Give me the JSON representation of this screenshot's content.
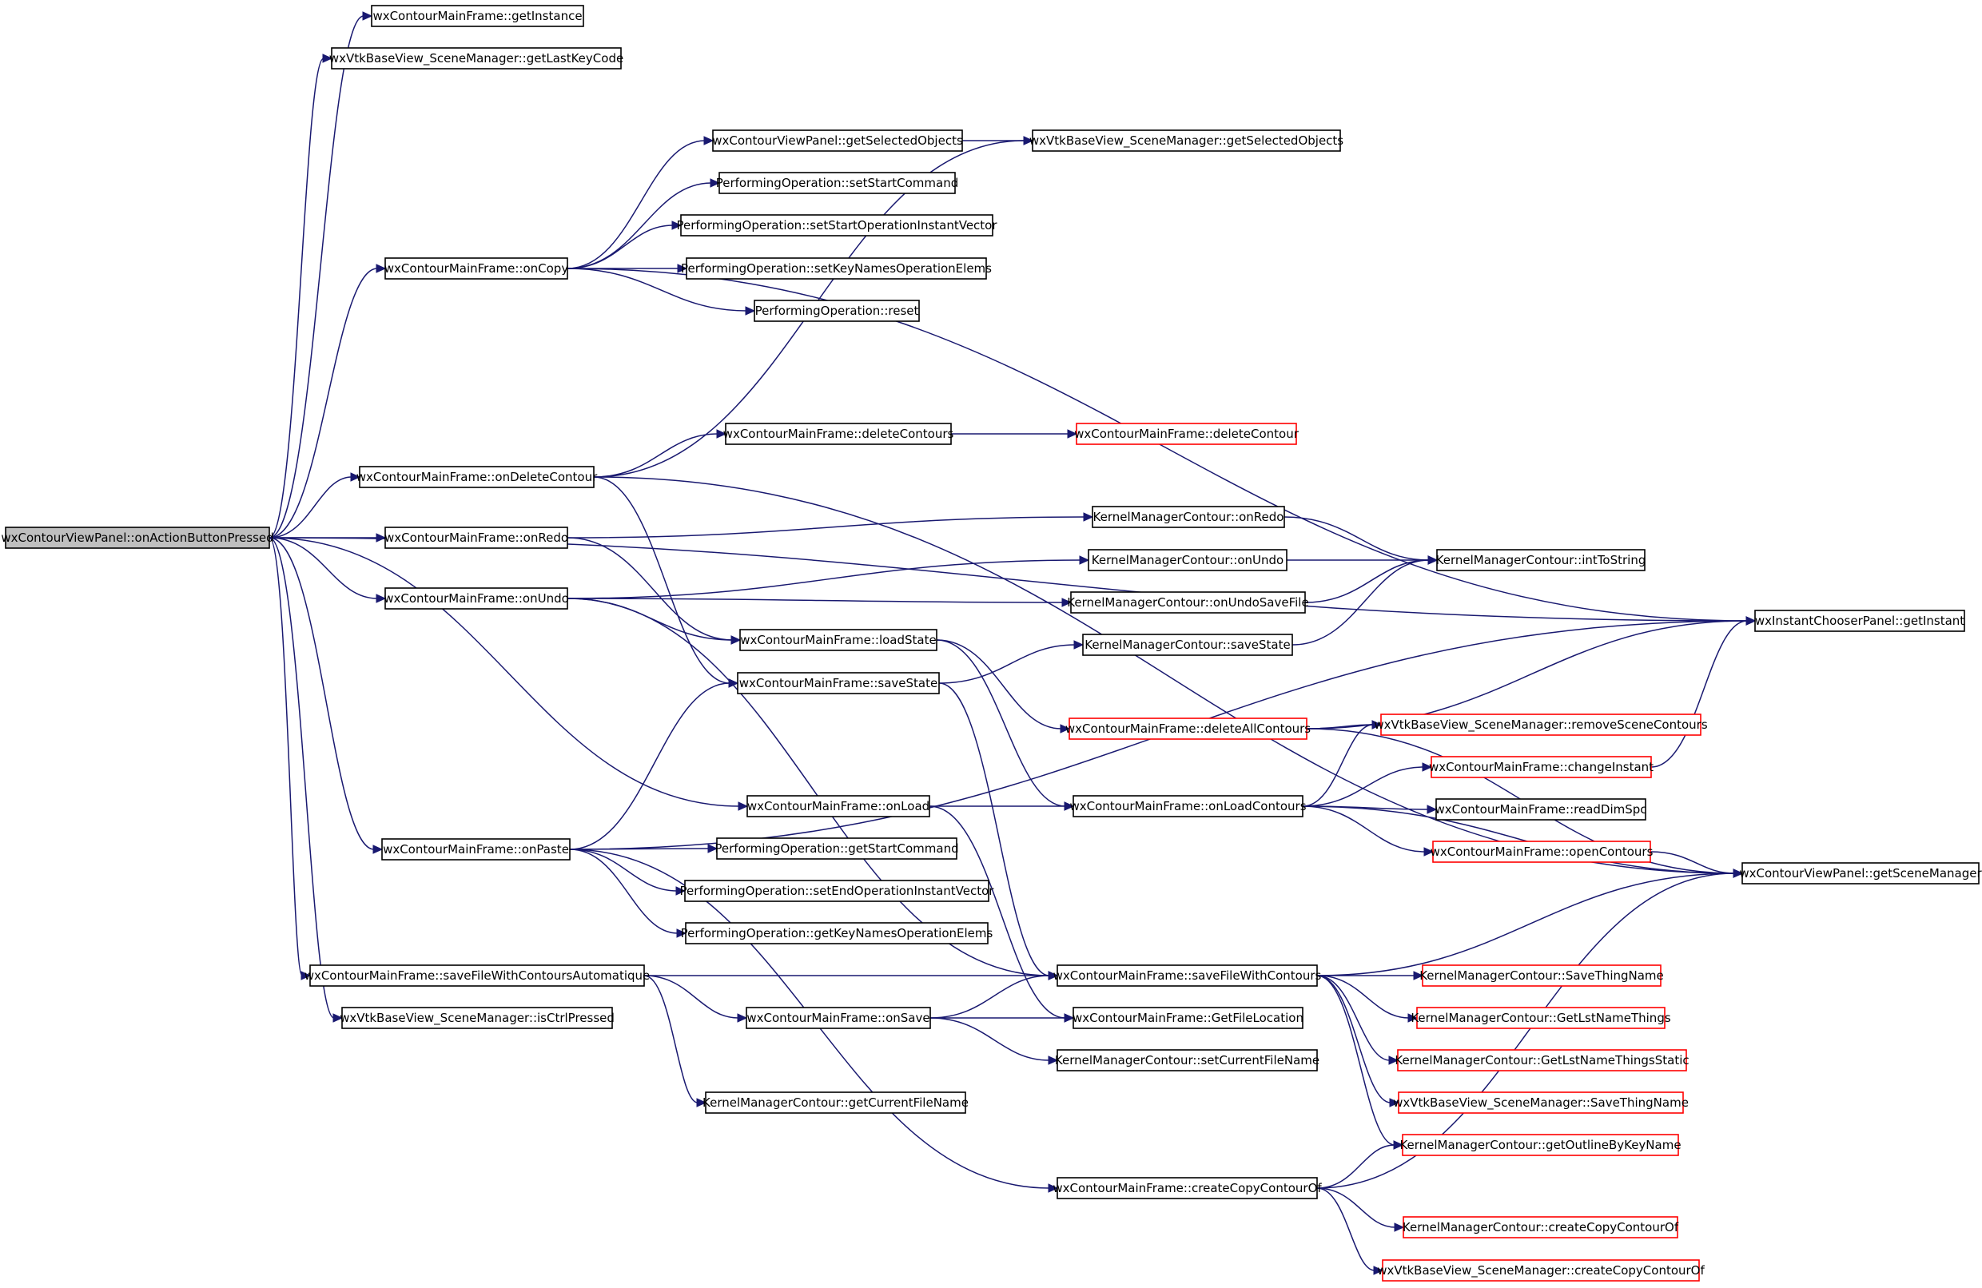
{
  "colors": {
    "edge": "#191970",
    "node_border": "#000000",
    "node_border_incomplete": "#ff0000",
    "root_fill": "#bfbfbf",
    "node_fill": "#ffffff"
  },
  "nodes": [
    {
      "id": "root",
      "label": "wxContourViewPanel::onActionButtonPressed",
      "root": true
    },
    {
      "id": "getInstance",
      "label": "wxContourMainFrame::getInstance"
    },
    {
      "id": "getLastKeyCode",
      "label": "wxVtkBaseView_SceneManager::getLastKeyCode"
    },
    {
      "id": "cvpGetSelectedObjects",
      "label": "wxContourViewPanel::getSelectedObjects"
    },
    {
      "id": "smGetSelectedObjects",
      "label": "wxVtkBaseView_SceneManager::getSelectedObjects"
    },
    {
      "id": "setStartCommand",
      "label": "PerformingOperation::setStartCommand"
    },
    {
      "id": "setStartOperationInstantVector",
      "label": "PerformingOperation::setStartOperationInstantVector"
    },
    {
      "id": "onCopy",
      "label": "wxContourMainFrame::onCopy"
    },
    {
      "id": "setKeyNamesOperationElems",
      "label": "PerformingOperation::setKeyNamesOperationElems"
    },
    {
      "id": "reset",
      "label": "PerformingOperation::reset"
    },
    {
      "id": "deleteContours",
      "label": "wxContourMainFrame::deleteContours"
    },
    {
      "id": "deleteContour",
      "label": "wxContourMainFrame::deleteContour",
      "red": true
    },
    {
      "id": "onDeleteContour",
      "label": "wxContourMainFrame::onDeleteContour"
    },
    {
      "id": "kmOnRedo",
      "label": "KernelManagerContour::onRedo"
    },
    {
      "id": "onRedo",
      "label": "wxContourMainFrame::onRedo"
    },
    {
      "id": "kmOnUndo",
      "label": "KernelManagerContour::onUndo"
    },
    {
      "id": "intToString",
      "label": "KernelManagerContour::intToString"
    },
    {
      "id": "onUndo",
      "label": "wxContourMainFrame::onUndo"
    },
    {
      "id": "onUndoSaveFile",
      "label": "KernelManagerContour::onUndoSaveFile"
    },
    {
      "id": "loadState",
      "label": "wxContourMainFrame::loadState"
    },
    {
      "id": "getInstantChooser",
      "label": "wxInstantChooserPanel::getInstant"
    },
    {
      "id": "kmSaveState",
      "label": "KernelManagerContour::saveState"
    },
    {
      "id": "saveState",
      "label": "wxContourMainFrame::saveState"
    },
    {
      "id": "deleteAllContours",
      "label": "wxContourMainFrame::deleteAllContours",
      "red": true
    },
    {
      "id": "removeSceneContours",
      "label": "wxVtkBaseView_SceneManager::removeSceneContours",
      "red": true
    },
    {
      "id": "changeInstant",
      "label": "wxContourMainFrame::changeInstant",
      "red": true
    },
    {
      "id": "onLoad",
      "label": "wxContourMainFrame::onLoad"
    },
    {
      "id": "onLoadContours",
      "label": "wxContourMainFrame::onLoadContours"
    },
    {
      "id": "readDimSpc",
      "label": "wxContourMainFrame::readDimSpc"
    },
    {
      "id": "onPaste",
      "label": "wxContourMainFrame::onPaste"
    },
    {
      "id": "getStartCommand",
      "label": "PerformingOperation::getStartCommand"
    },
    {
      "id": "openContours",
      "label": "wxContourMainFrame::openContours",
      "red": true
    },
    {
      "id": "getSceneManager",
      "label": "wxContourViewPanel::getSceneManager"
    },
    {
      "id": "setEndOperationInstantVector",
      "label": "PerformingOperation::setEndOperationInstantVector"
    },
    {
      "id": "getKeyNamesOperationElems",
      "label": "PerformingOperation::getKeyNamesOperationElems"
    },
    {
      "id": "saveFileWithContoursAutomatique",
      "label": "wxContourMainFrame::saveFileWithContoursAutomatique"
    },
    {
      "id": "saveFileWithContours",
      "label": "wxContourMainFrame::saveFileWithContours"
    },
    {
      "id": "kmSaveThingName",
      "label": "KernelManagerContour::SaveThingName",
      "red": true
    },
    {
      "id": "isCtrlPressed",
      "label": "wxVtkBaseView_SceneManager::isCtrlPressed"
    },
    {
      "id": "onSave",
      "label": "wxContourMainFrame::onSave"
    },
    {
      "id": "getFileLocation",
      "label": "wxContourMainFrame::GetFileLocation"
    },
    {
      "id": "getLstNameThings",
      "label": "KernelManagerContour::GetLstNameThings",
      "red": true
    },
    {
      "id": "setCurrentFileName",
      "label": "KernelManagerContour::setCurrentFileName"
    },
    {
      "id": "getLstNameThingsStatic",
      "label": "KernelManagerContour::GetLstNameThingsStatic",
      "red": true
    },
    {
      "id": "getCurrentFileName",
      "label": "KernelManagerContour::getCurrentFileName"
    },
    {
      "id": "smSaveThingName",
      "label": "wxVtkBaseView_SceneManager::SaveThingName",
      "red": true
    },
    {
      "id": "getOutlineByKeyName",
      "label": "KernelManagerContour::getOutlineByKeyName",
      "red": true
    },
    {
      "id": "createCopyContourOf",
      "label": "wxContourMainFrame::createCopyContourOf"
    },
    {
      "id": "kmCreateCopyContourOf",
      "label": "KernelManagerContour::createCopyContourOf",
      "red": true
    },
    {
      "id": "smCreateCopyContourOf",
      "label": "wxVtkBaseView_SceneManager::createCopyContourOf",
      "red": true
    }
  ],
  "edges": [
    [
      "root",
      "getInstance"
    ],
    [
      "root",
      "getLastKeyCode"
    ],
    [
      "root",
      "getInstantChooser"
    ],
    [
      "root",
      "onCopy"
    ],
    [
      "root",
      "onDeleteContour"
    ],
    [
      "root",
      "onRedo"
    ],
    [
      "root",
      "onUndo"
    ],
    [
      "root",
      "onLoad"
    ],
    [
      "root",
      "onPaste"
    ],
    [
      "root",
      "saveFileWithContoursAutomatique"
    ],
    [
      "root",
      "isCtrlPressed"
    ],
    [
      "onCopy",
      "cvpGetSelectedObjects"
    ],
    [
      "onCopy",
      "setStartCommand"
    ],
    [
      "onCopy",
      "setStartOperationInstantVector"
    ],
    [
      "onCopy",
      "setKeyNamesOperationElems"
    ],
    [
      "onCopy",
      "reset"
    ],
    [
      "onCopy",
      "getInstantChooser"
    ],
    [
      "cvpGetSelectedObjects",
      "smGetSelectedObjects"
    ],
    [
      "onDeleteContour",
      "smGetSelectedObjects"
    ],
    [
      "onDeleteContour",
      "deleteContours"
    ],
    [
      "onDeleteContour",
      "saveState"
    ],
    [
      "onDeleteContour",
      "getSceneManager"
    ],
    [
      "deleteContours",
      "deleteContour"
    ],
    [
      "onRedo",
      "kmOnRedo"
    ],
    [
      "onRedo",
      "loadState"
    ],
    [
      "kmOnRedo",
      "intToString"
    ],
    [
      "kmOnUndo",
      "intToString"
    ],
    [
      "onUndoSaveFile",
      "intToString"
    ],
    [
      "kmSaveState",
      "intToString"
    ],
    [
      "onUndo",
      "kmOnUndo"
    ],
    [
      "onUndo",
      "onUndoSaveFile"
    ],
    [
      "onUndo",
      "loadState"
    ],
    [
      "onUndo",
      "saveFileWithContours"
    ],
    [
      "loadState",
      "deleteAllContours"
    ],
    [
      "loadState",
      "onLoadContours"
    ],
    [
      "saveState",
      "kmSaveState"
    ],
    [
      "saveState",
      "saveFileWithContours"
    ],
    [
      "deleteAllContours",
      "getInstantChooser"
    ],
    [
      "deleteAllContours",
      "removeSceneContours"
    ],
    [
      "deleteAllContours",
      "getSceneManager"
    ],
    [
      "onLoad",
      "onLoadContours"
    ],
    [
      "onLoad",
      "getFileLocation"
    ],
    [
      "onLoadContours",
      "removeSceneContours"
    ],
    [
      "onLoadContours",
      "changeInstant"
    ],
    [
      "onLoadContours",
      "readDimSpc"
    ],
    [
      "onLoadContours",
      "openContours"
    ],
    [
      "onLoadContours",
      "getSceneManager"
    ],
    [
      "changeInstant",
      "getInstantChooser"
    ],
    [
      "openContours",
      "getSceneManager"
    ],
    [
      "onPaste",
      "saveState"
    ],
    [
      "onPaste",
      "getInstantChooser"
    ],
    [
      "onPaste",
      "getStartCommand"
    ],
    [
      "onPaste",
      "setEndOperationInstantVector"
    ],
    [
      "onPaste",
      "getKeyNamesOperationElems"
    ],
    [
      "onPaste",
      "createCopyContourOf"
    ],
    [
      "saveFileWithContoursAutomatique",
      "saveFileWithContours"
    ],
    [
      "saveFileWithContoursAutomatique",
      "onSave"
    ],
    [
      "saveFileWithContoursAutomatique",
      "getCurrentFileName"
    ],
    [
      "onSave",
      "saveFileWithContours"
    ],
    [
      "onSave",
      "getFileLocation"
    ],
    [
      "onSave",
      "setCurrentFileName"
    ],
    [
      "saveFileWithContours",
      "getSceneManager"
    ],
    [
      "saveFileWithContours",
      "kmSaveThingName"
    ],
    [
      "saveFileWithContours",
      "getLstNameThings"
    ],
    [
      "saveFileWithContours",
      "getLstNameThingsStatic"
    ],
    [
      "saveFileWithContours",
      "smSaveThingName"
    ],
    [
      "saveFileWithContours",
      "getOutlineByKeyName"
    ],
    [
      "createCopyContourOf",
      "getOutlineByKeyName"
    ],
    [
      "createCopyContourOf",
      "getSceneManager"
    ],
    [
      "createCopyContourOf",
      "kmCreateCopyContourOf"
    ],
    [
      "createCopyContourOf",
      "smCreateCopyContourOf"
    ]
  ]
}
